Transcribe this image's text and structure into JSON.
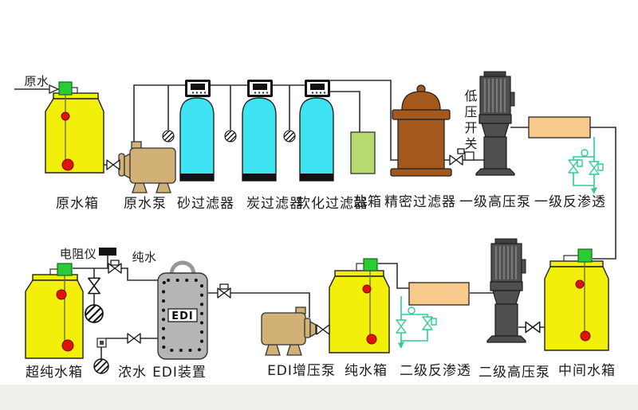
{
  "colors": {
    "tank-yellow": "#F2EF0B",
    "float-green": "#2BCB35",
    "sensor-red": "#DE1505",
    "filter-cyan": "#3FE4F2",
    "salt-green": "#B6DA6E",
    "vessel-brown": "#A3591D",
    "pump-tan": "#D2B176",
    "pump-dark": "#4F4F4F",
    "ro-orange": "#F7CA8C",
    "edi-gray": "#B5B5B5",
    "valve-teal": "#2FCC94",
    "pipe-dark": "#2F2F2F"
  },
  "components": {
    "raw_water_inlet": {
      "label": "原水"
    },
    "raw_tank": {
      "label": "原水箱"
    },
    "raw_pump": {
      "label": "原水泵"
    },
    "sand_filter": {
      "label": "砂过滤器"
    },
    "carbon_filter": {
      "label": "炭过滤器"
    },
    "softener_filter": {
      "label": "软化过滤器"
    },
    "salt_tank": {
      "label": "盐箱"
    },
    "precision_filter": {
      "label": "精密过滤器"
    },
    "lp_switch": {
      "label": "低压开关"
    },
    "hp_pump1": {
      "label": "一级高压泵"
    },
    "ro1": {
      "label": "一级反渗透"
    },
    "mid_tank": {
      "label": "中间水箱"
    },
    "hp_pump2": {
      "label": "二级高压泵"
    },
    "ro2": {
      "label": "二级反渗透"
    },
    "pure_tank": {
      "label": "纯水箱"
    },
    "edi_pump": {
      "label": "EDI增压泵"
    },
    "edi_unit": {
      "label": "EDI装置",
      "badge": "EDI"
    },
    "concentrate_line": {
      "label": "浓水"
    },
    "pure_water_line": {
      "label": "纯水"
    },
    "resistivity_meter": {
      "label": "电阻仪"
    },
    "ultrapure_tank": {
      "label": "超纯水箱"
    }
  }
}
